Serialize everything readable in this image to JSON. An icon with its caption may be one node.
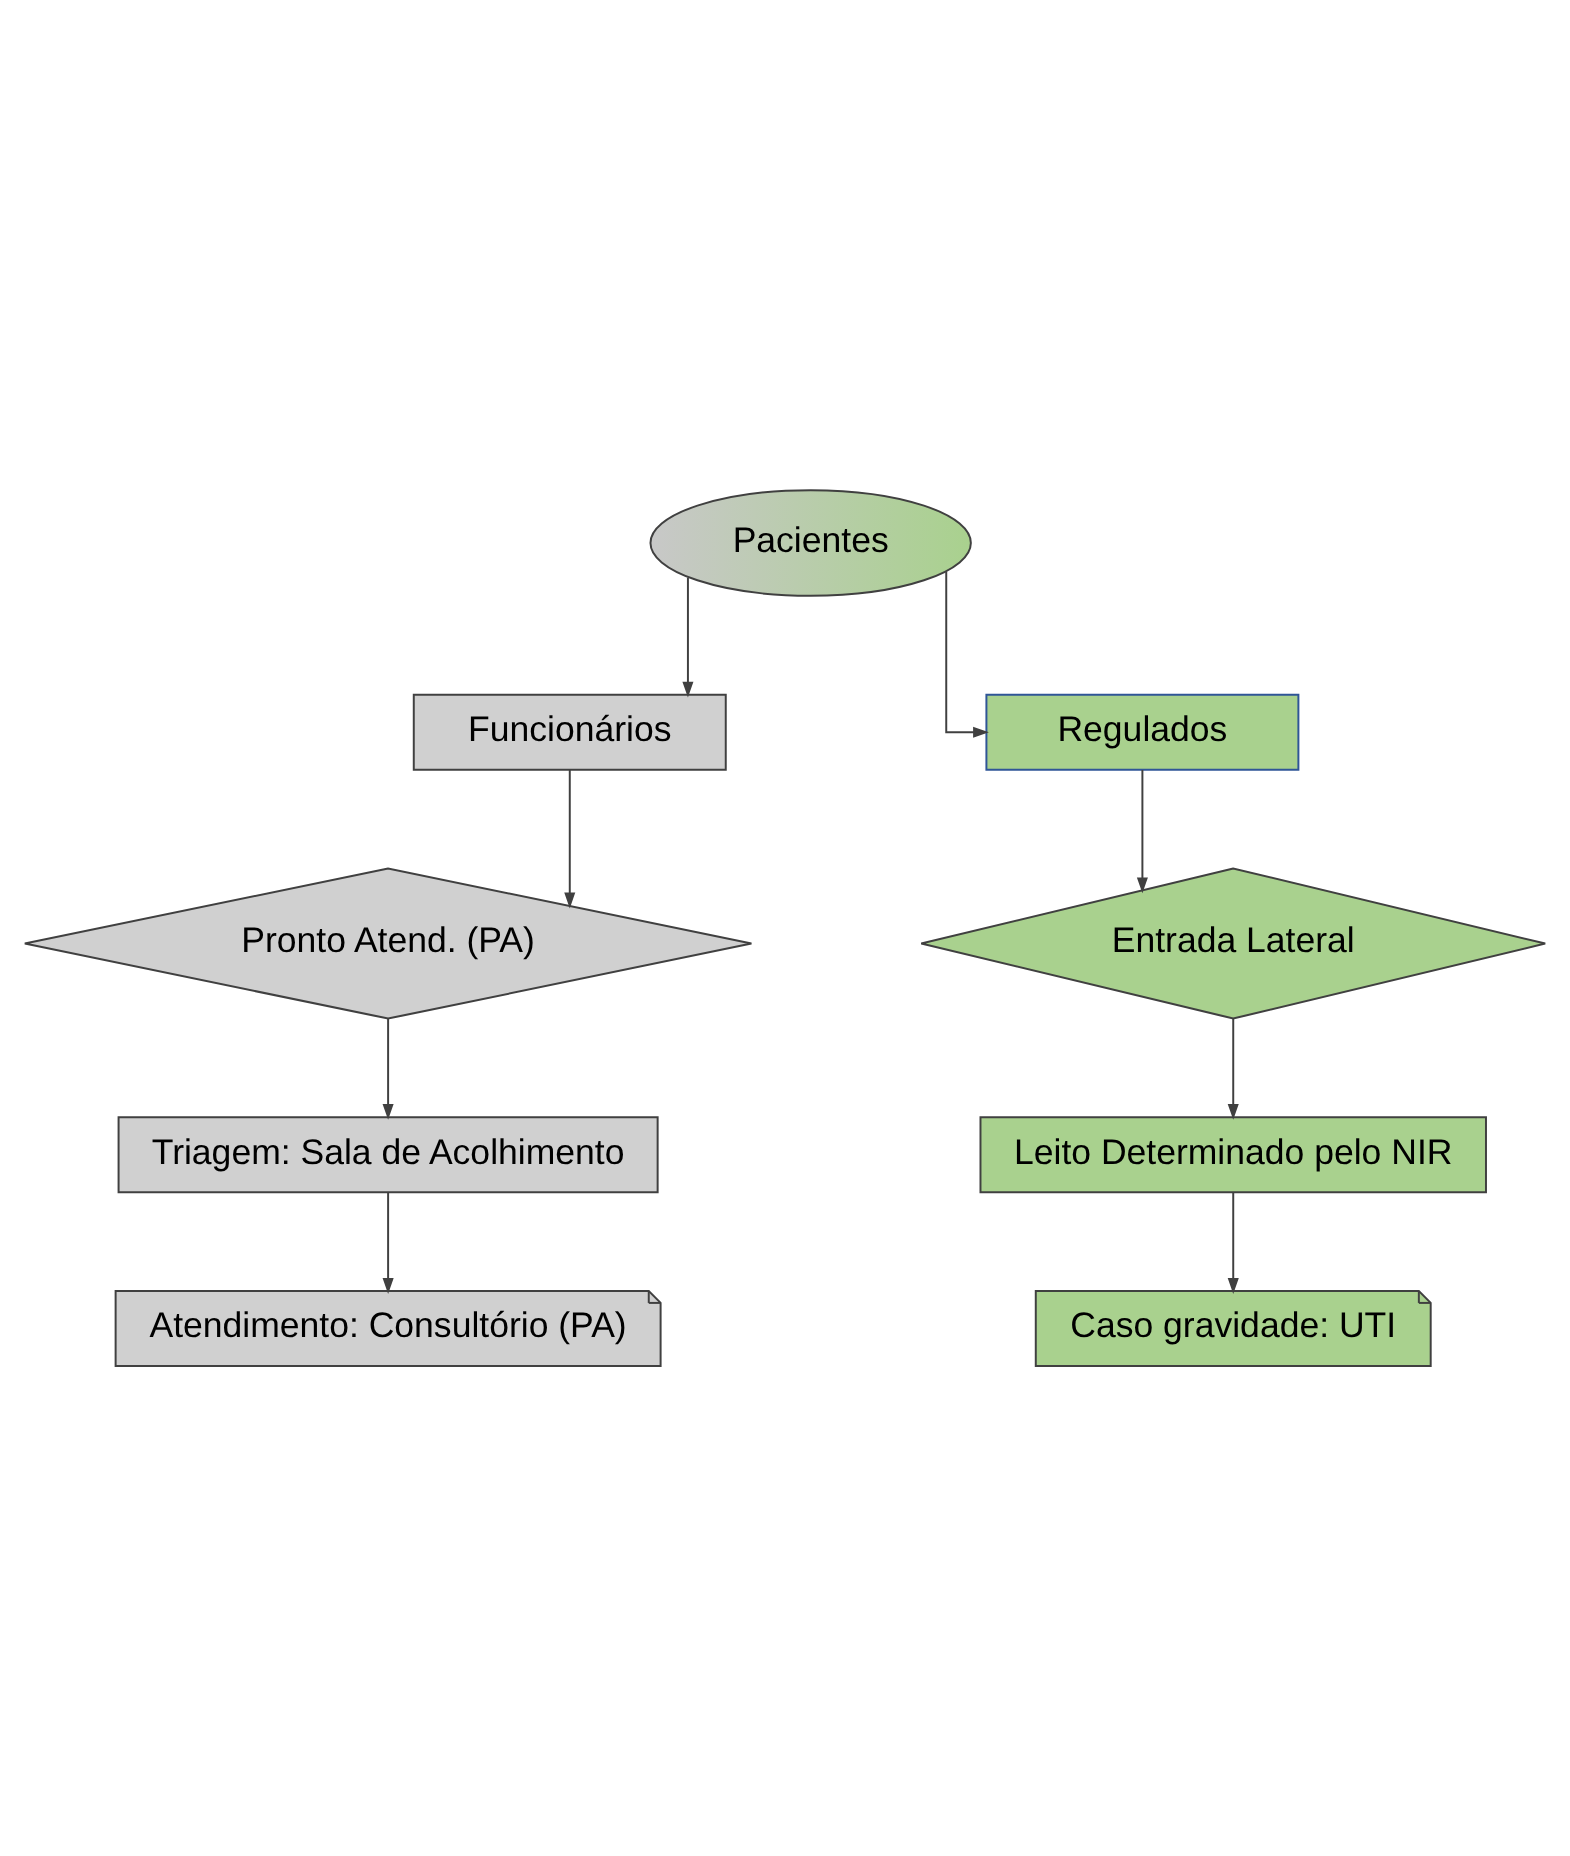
{
  "diagram": {
    "nodes": [
      {
        "text": [
          "Pacientes"
        ]
      },
      {
        "text": [
          "Funcionários"
        ]
      },
      {
        "text": [
          "Regulados"
        ]
      },
      {
        "text": [
          "Pronto Atend. (PA)"
        ]
      },
      {
        "text": [
          "Entrada Lateral"
        ]
      },
      {
        "text": [
          "Triagem: Sala de Acolhimento"
        ]
      },
      {
        "text": [
          "Leito Determinado pelo NIR"
        ]
      },
      {
        "text": [
          "Atendimento: Consultório (PA)"
        ]
      },
      {
        "text": [
          "Caso gravidade: UTI"
        ]
      }
    ],
    "edges": [
      {
        "from": 0,
        "to": 1,
        "arrow": "to"
      },
      {
        "from": 0,
        "to": 2,
        "arrow": "to"
      },
      {
        "from": 1,
        "to": 3,
        "arrow": "to"
      },
      {
        "from": 2,
        "to": 4,
        "arrow": "to"
      },
      {
        "from": 3,
        "to": 5,
        "arrow": "to"
      },
      {
        "from": 4,
        "to": 6,
        "arrow": "to"
      },
      {
        "from": 5,
        "to": 7,
        "arrow": "to"
      },
      {
        "from": 6,
        "to": 8,
        "arrow": "to"
      }
    ]
  }
}
